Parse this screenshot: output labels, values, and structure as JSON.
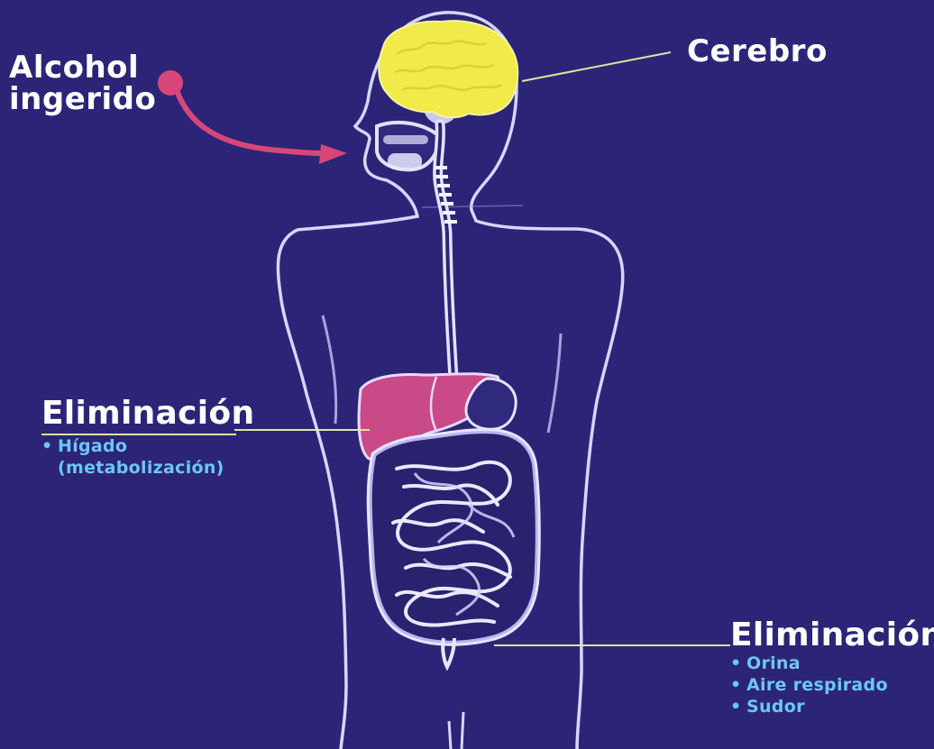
{
  "labels": {
    "intake_line1": "Alcohol",
    "intake_line2": "ingerido",
    "brain": "Cerebro"
  },
  "elimination_liver": {
    "title": "Eliminación",
    "item_1_line1": "Hígado",
    "item_1_line2": "(metabolización)"
  },
  "elimination_excretion": {
    "title": "Eliminación",
    "items": [
      "Orina",
      "Aire respirado",
      "Sudor"
    ]
  },
  "colors": {
    "background": "#2c2577",
    "body_outline": "#d9d5ff",
    "brain": "#f0ea4a",
    "liver": "#c94a87",
    "arrow": "#d9467a",
    "text_blue": "#6cc7f2"
  },
  "icons": {
    "intake_arrow": "arrow-icon",
    "bullet": "bullet-icon"
  }
}
